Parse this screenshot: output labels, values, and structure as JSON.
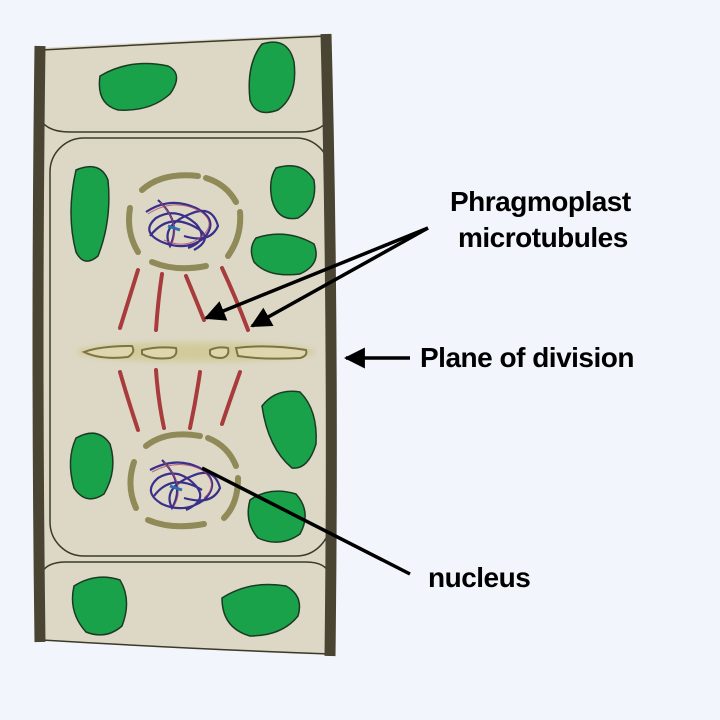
{
  "labels": {
    "phragmoplast_line1": "Phragmoplast",
    "phragmoplast_line2": "microtubules",
    "plane": "Plane of division",
    "nucleus": "nucleus"
  },
  "colors": {
    "background": "#f2f5fb",
    "wall": "#4a4532",
    "cytoplasm": "#ddd8c6",
    "chloroplast": "#1aa24a",
    "nuclear_envelope": "#8f8a57",
    "microtubule": "#a83c3c",
    "chromatin": "#3a2f8a",
    "cell_plate": "#d9cfa8",
    "arrow": "#000000"
  }
}
